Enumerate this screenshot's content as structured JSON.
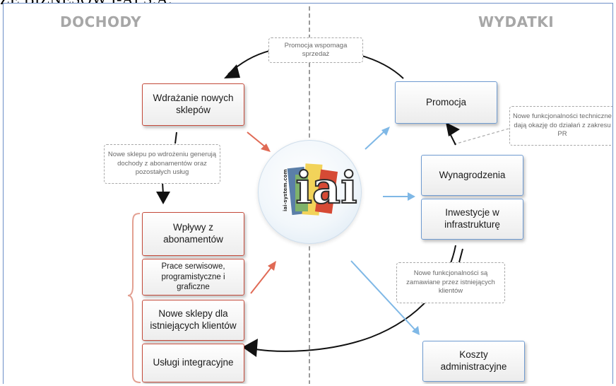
{
  "header": {
    "text": "ZE BIZNESÓW I-AI S.A."
  },
  "columns": {
    "left_title": "DOCHODY",
    "right_title": "WYDATKI"
  },
  "logo": {
    "url_text": "iai-system.com",
    "letters": "iai"
  },
  "income": {
    "new_stores": "Wdrażanie nowych sklepów",
    "subscriptions": "Wpływy z abonamentów",
    "services": "Prace serwisowe, programistyczne i graficzne",
    "new_stores_existing": "Nowe sklepy dla istniejących klientów",
    "integration": "Usługi integracyjne"
  },
  "expenses": {
    "promotion": "Promocja",
    "salaries": "Wynagrodzenia",
    "infrastructure": "Inwestycje w infrastrukturę",
    "admin": "Koszty administracyjne"
  },
  "notes": {
    "promo_sales": "Promocja wspomaga sprzedaż",
    "new_stores_revenue": "Nowe sklepu po wdrożeniu generują dochody z abonamentów oraz pozostałych usług",
    "pr": "Nowe funkcjonalności techniczne dają okazję do działań z zakresu PR",
    "ordered": "Nowe funkcjonalności są zamawiane przez istniejących klientów"
  },
  "colors": {
    "income_border": "#c44a3a",
    "expense_border": "#6f9bd1",
    "income_arrow": "#e06a55",
    "expense_arrow": "#7fb8e6"
  }
}
